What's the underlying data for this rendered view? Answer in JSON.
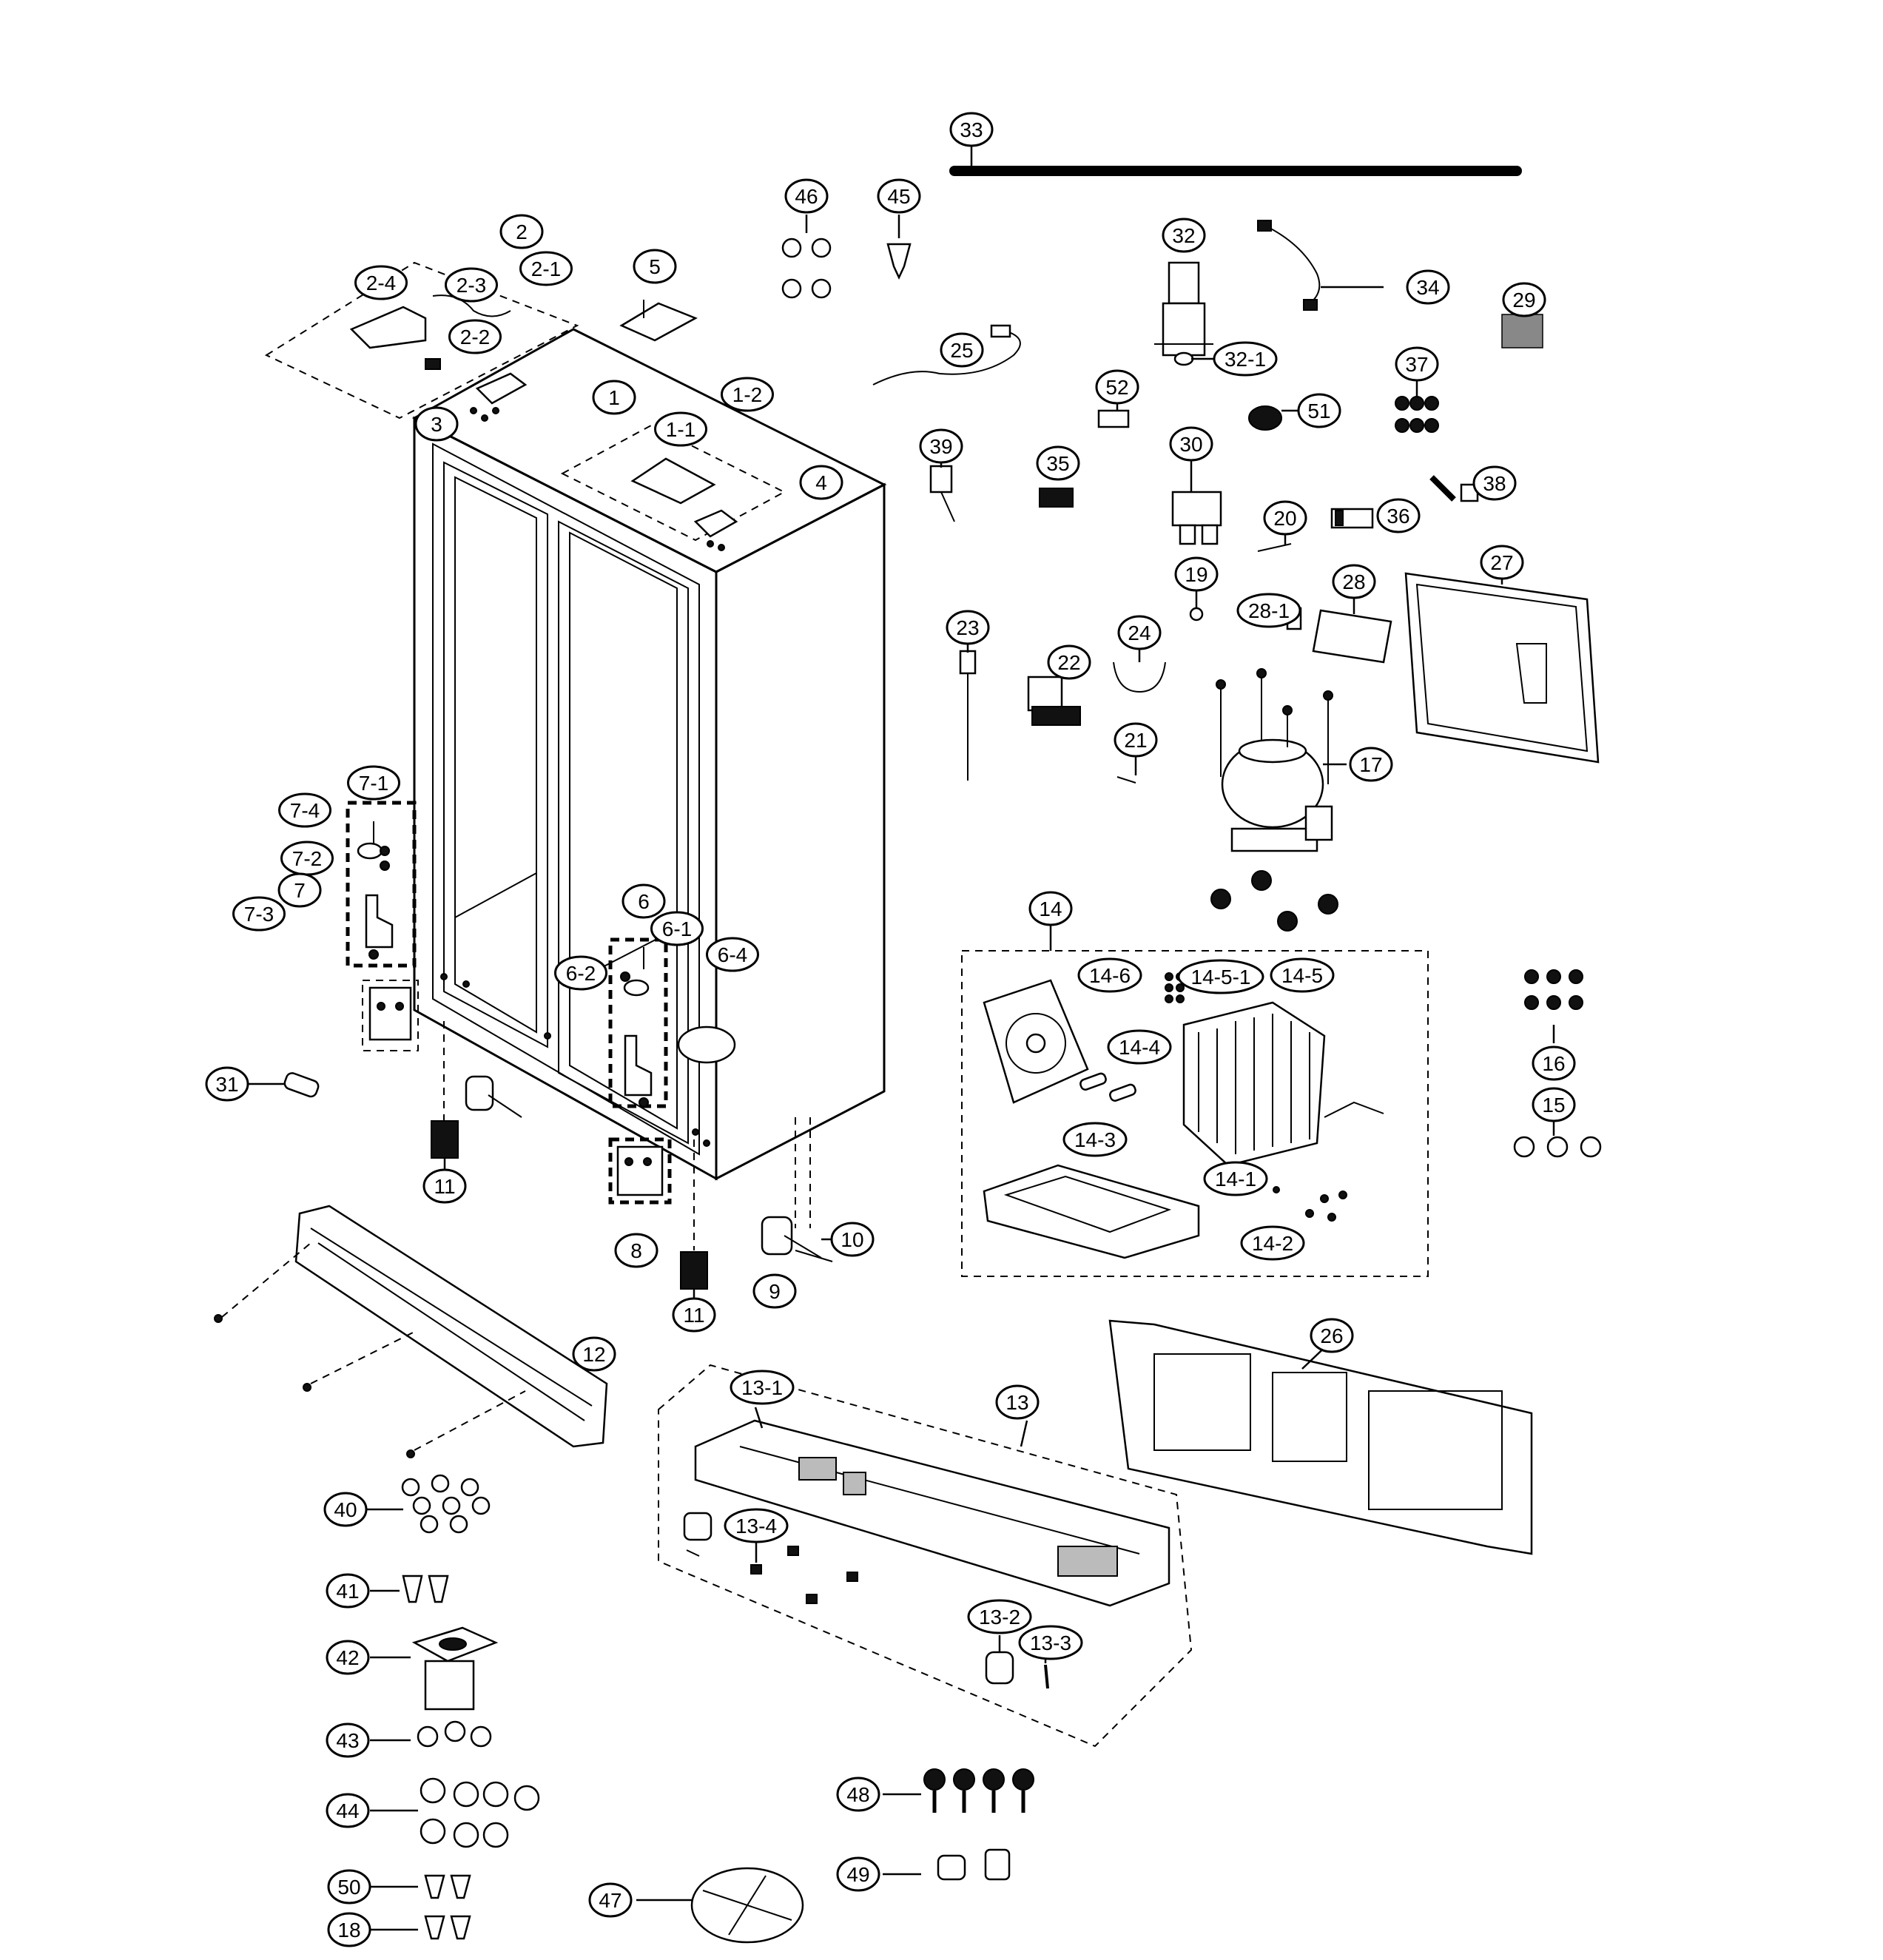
{
  "parts": [
    {
      "id": "33"
    },
    {
      "id": "46"
    },
    {
      "id": "45"
    },
    {
      "id": "32"
    },
    {
      "id": "34"
    },
    {
      "id": "29"
    },
    {
      "id": "2"
    },
    {
      "id": "2-4"
    },
    {
      "id": "2-3"
    },
    {
      "id": "2-1"
    },
    {
      "id": "2-2"
    },
    {
      "id": "5"
    },
    {
      "id": "25"
    },
    {
      "id": "32-1"
    },
    {
      "id": "37"
    },
    {
      "id": "52"
    },
    {
      "id": "51"
    },
    {
      "id": "1"
    },
    {
      "id": "1-2"
    },
    {
      "id": "3"
    },
    {
      "id": "1-1"
    },
    {
      "id": "39"
    },
    {
      "id": "35"
    },
    {
      "id": "30"
    },
    {
      "id": "38"
    },
    {
      "id": "4"
    },
    {
      "id": "20"
    },
    {
      "id": "36"
    },
    {
      "id": "19"
    },
    {
      "id": "28"
    },
    {
      "id": "27"
    },
    {
      "id": "28-1"
    },
    {
      "id": "23"
    },
    {
      "id": "24"
    },
    {
      "id": "22"
    },
    {
      "id": "21"
    },
    {
      "id": "17"
    },
    {
      "id": "7-1"
    },
    {
      "id": "7-4"
    },
    {
      "id": "7-2"
    },
    {
      "id": "7"
    },
    {
      "id": "7-3"
    },
    {
      "id": "14"
    },
    {
      "id": "6"
    },
    {
      "id": "6-1"
    },
    {
      "id": "6-4"
    },
    {
      "id": "6-2"
    },
    {
      "id": "14-6"
    },
    {
      "id": "14-5-1",
      "text": "14-5-1"
    },
    {
      "id": "14-5"
    },
    {
      "id": "16"
    },
    {
      "id": "14-4"
    },
    {
      "id": "31"
    },
    {
      "id": "15"
    },
    {
      "id": "14-3"
    },
    {
      "id": "11a",
      "text": "11"
    },
    {
      "id": "14-1"
    },
    {
      "id": "8"
    },
    {
      "id": "14-2"
    },
    {
      "id": "10"
    },
    {
      "id": "9"
    },
    {
      "id": "11b",
      "text": "11"
    },
    {
      "id": "26"
    },
    {
      "id": "12"
    },
    {
      "id": "13-1"
    },
    {
      "id": "13"
    },
    {
      "id": "40"
    },
    {
      "id": "13-4"
    },
    {
      "id": "41"
    },
    {
      "id": "42"
    },
    {
      "id": "13-2"
    },
    {
      "id": "13-3"
    },
    {
      "id": "43"
    },
    {
      "id": "48"
    },
    {
      "id": "44"
    },
    {
      "id": "49"
    },
    {
      "id": "50"
    },
    {
      "id": "47"
    },
    {
      "id": "18"
    }
  ]
}
